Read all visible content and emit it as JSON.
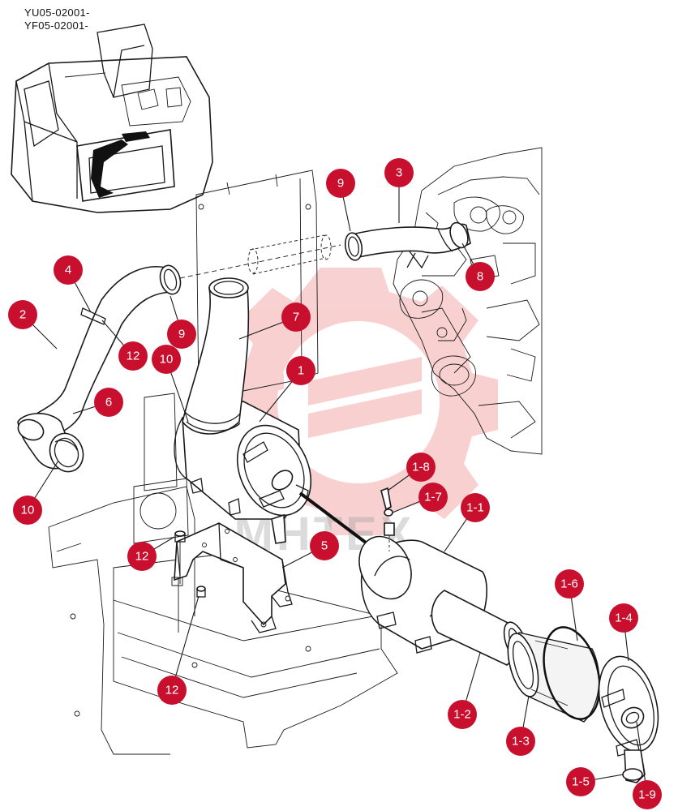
{
  "header": {
    "serial_line_1": "YU05-02001-",
    "serial_line_2": "YF05-02001-"
  },
  "watermark": {
    "text": "MHTEX",
    "color": "#e03030"
  },
  "colors": {
    "callout": "#c8102e",
    "callout_text": "#ffffff",
    "line": "#1a1a1a"
  },
  "callouts": [
    {
      "id": "c-9-top",
      "label": "9"
    },
    {
      "id": "c-3",
      "label": "3"
    },
    {
      "id": "c-8",
      "label": "8"
    },
    {
      "id": "c-4",
      "label": "4"
    },
    {
      "id": "c-2",
      "label": "2"
    },
    {
      "id": "c-7",
      "label": "7"
    },
    {
      "id": "c-9-mid",
      "label": "9"
    },
    {
      "id": "c-12-top",
      "label": "12"
    },
    {
      "id": "c-10-top",
      "label": "10"
    },
    {
      "id": "c-1",
      "label": "1"
    },
    {
      "id": "c-6",
      "label": "6"
    },
    {
      "id": "c-10-bottom",
      "label": "10"
    },
    {
      "id": "c-1-8",
      "label": "1-8"
    },
    {
      "id": "c-1-7",
      "label": "1-7"
    },
    {
      "id": "c-1-1",
      "label": "1-1"
    },
    {
      "id": "c-5",
      "label": "5"
    },
    {
      "id": "c-12-mid",
      "label": "12"
    },
    {
      "id": "c-1-6",
      "label": "1-6"
    },
    {
      "id": "c-1-4",
      "label": "1-4"
    },
    {
      "id": "c-12-bottom",
      "label": "12"
    },
    {
      "id": "c-1-2",
      "label": "1-2"
    },
    {
      "id": "c-1-3",
      "label": "1-3"
    },
    {
      "id": "c-1-5",
      "label": "1-5"
    },
    {
      "id": "c-1-9",
      "label": "1-9"
    }
  ]
}
